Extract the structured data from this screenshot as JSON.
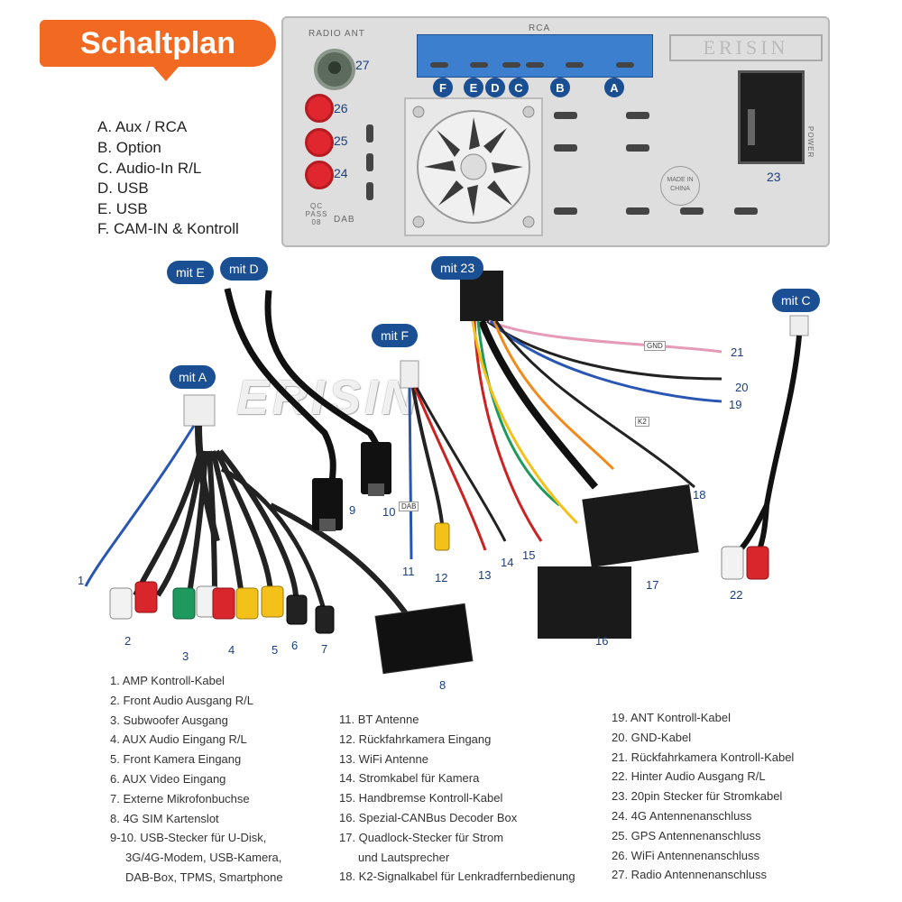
{
  "title": "Schaltplan",
  "legend_top": [
    "A. Aux / RCA",
    "B. Option",
    "C. Audio-In R/L",
    "D. USB",
    "E. USB",
    "F. CAM-IN & Kontroll"
  ],
  "unit": {
    "radio_ant_label": "RADIO ANT",
    "rca_label": "RCA",
    "brand": "ERISIN",
    "power_label": "POWER",
    "made_in": "MADE IN CHINA",
    "qc_label": "QC PASS 08",
    "dab_label": "DAB",
    "port_letters": [
      "F",
      "E",
      "D",
      "C",
      "B",
      "A"
    ],
    "antenna_numbers": [
      "27",
      "26",
      "25",
      "24"
    ],
    "power_connector_number": "23"
  },
  "mit_badges": [
    "mit E",
    "mit D",
    "mit 23",
    "mit F",
    "mit A",
    "mit C"
  ],
  "part_numbers": [
    "1",
    "2",
    "3",
    "4",
    "5",
    "6",
    "7",
    "8",
    "9",
    "10",
    "11",
    "12",
    "13",
    "14",
    "15",
    "16",
    "17",
    "18",
    "19",
    "20",
    "21",
    "22"
  ],
  "watermark": "ERISIN",
  "cable_tags": {
    "dab": "DAB",
    "gnd": "GND",
    "k2": "K2"
  },
  "list_col1": [
    "1. AMP Kontroll-Kabel",
    "2. Front Audio Ausgang R/L",
    "3. Subwoofer Ausgang",
    "4. AUX Audio Eingang R/L",
    "5. Front Kamera Eingang",
    "6. AUX Video Eingang",
    "7. Externe Mikrofonbuchse",
    "8. 4G SIM Kartenslot",
    "9-10. USB-Stecker für U-Disk,",
    "3G/4G-Modem, USB-Kamera,",
    "DAB-Box, TPMS, Smartphone"
  ],
  "list_col2": [
    "11. BT Antenne",
    "12. Rückfahrkamera Eingang",
    "13. WiFi Antenne",
    "14. Stromkabel für Kamera",
    "15. Handbremse Kontroll-Kabel",
    "16. Spezial-CANBus Decoder Box",
    "17. Quadlock-Stecker für Strom",
    "und Lautsprecher",
    "18. K2-Signalkabel für Lenkradfernbedienung"
  ],
  "list_col3": [
    "19. ANT Kontroll-Kabel",
    "20. GND-Kabel",
    "21. Rückfahrkamera Kontroll-Kabel",
    "22. Hinter Audio Ausgang R/L",
    "23. 20pin Stecker für Stromkabel",
    "24. 4G Antennenanschluss",
    "25. GPS Antennenanschluss",
    "26. WiFi Antennenanschluss",
    "27. Radio Antennenanschluss"
  ]
}
